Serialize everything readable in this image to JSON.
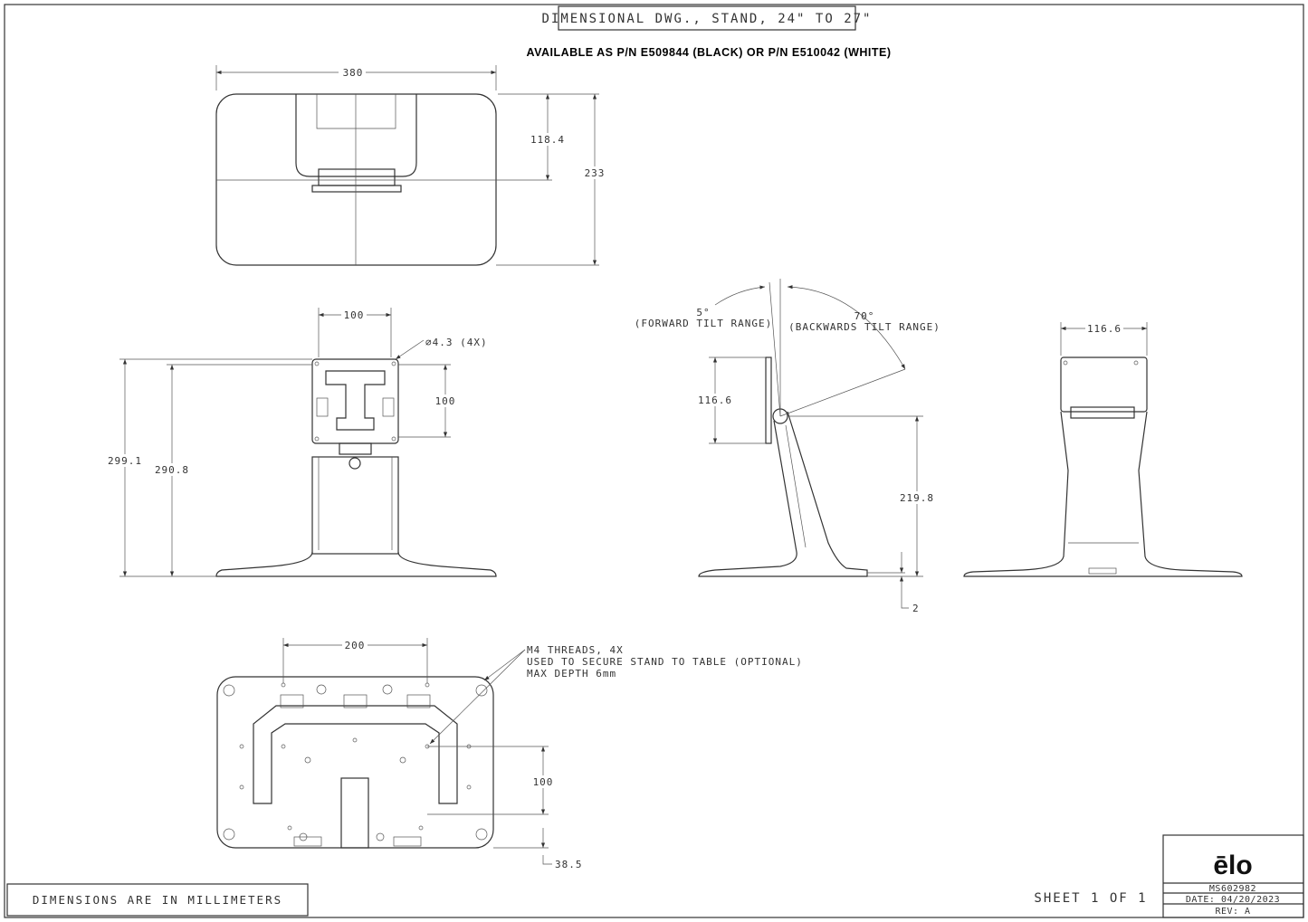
{
  "title": "DIMENSIONAL DWG., STAND, 24\" TO 27\"",
  "subtitle": "AVAILABLE AS P/N E509844 (BLACK) OR P/N E510042 (WHITE)",
  "top_view": {
    "width": "380",
    "neck_depth": "118.4",
    "depth": "233"
  },
  "front_view": {
    "vesa_h": "100",
    "vesa_v": "100",
    "hole": "∅4.3 (4X)",
    "overall_height": "299.1",
    "mount_height": "290.8"
  },
  "side_view": {
    "forward_angle": "5°",
    "forward_label": "(FORWARD TILT RANGE)",
    "backward_angle": "70°",
    "backward_label": "(BACKWARDS TILT RANGE)",
    "plate_height": "116.6",
    "pivot_height": "219.8",
    "clearance": "2"
  },
  "rear_view": {
    "plate_width": "116.6"
  },
  "bottom_view": {
    "hole_spacing": "200",
    "hole_depth": "100",
    "offset": "38.5",
    "note": [
      "M4 THREADS, 4X",
      "USED TO SECURE STAND TO TABLE (OPTIONAL)",
      "MAX DEPTH 6mm"
    ]
  },
  "units_note": "DIMENSIONS ARE IN MILLIMETERS",
  "sheet": "SHEET 1 OF 1",
  "title_block": {
    "logo": "ēlo",
    "drawing_number": "MS602982",
    "date": "DATE: 04/20/2023",
    "rev": "REV: A"
  }
}
